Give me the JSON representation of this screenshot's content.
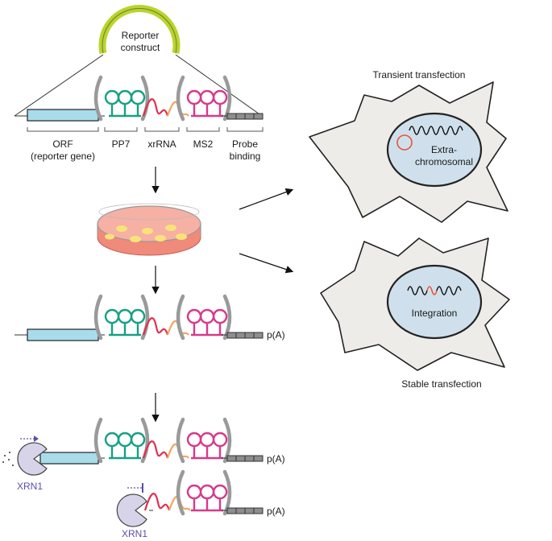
{
  "reporter_construct": {
    "line1": "Reporter",
    "line2": "construct"
  },
  "elements": {
    "orf_line1": "ORF",
    "orf_line2": "(reporter gene)",
    "pp7": "PP7",
    "xrrna": "xrRNA",
    "ms2": "MS2",
    "probe_line1": "Probe",
    "probe_line2": "binding"
  },
  "polyA": "p(A)",
  "xrn1": "XRN1",
  "transient": {
    "title": "Transient transfection",
    "nucleus_line1": "Extra-",
    "nucleus_line2": "chromosomal"
  },
  "stable": {
    "title": "Stable transfection",
    "nucleus_label": "Integration"
  },
  "colors": {
    "orf_fill": "#a9dceb",
    "pp7_hairpin": "#16a085",
    "ms2_hairpin": "#d63a8a",
    "xrrna_red": "#e0304e",
    "xrrna_orange": "#f0a860",
    "bracket": "#9a9a9a",
    "plasmid": "#b8d430",
    "cell_fill": "#eeece8",
    "nucleus_fill": "#cfe0ec",
    "xrn1": "#5b4fa8",
    "integration_mark": "#e8553a"
  }
}
